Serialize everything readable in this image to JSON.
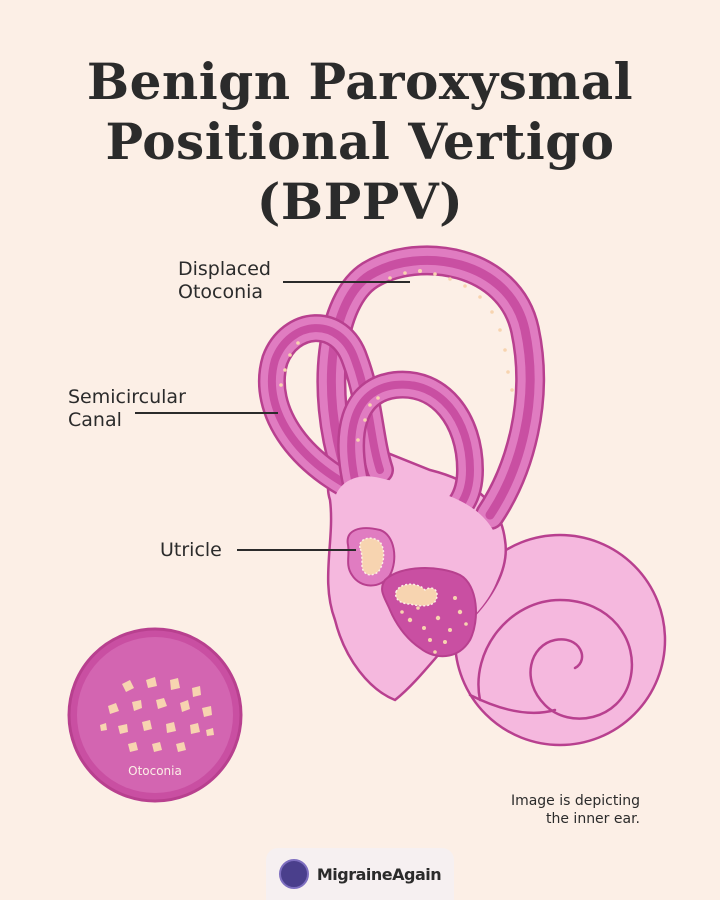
{
  "title": {
    "line1": "Benign Paroxysmal",
    "line2": "Positional Vertigo",
    "line3": "(BPPV)"
  },
  "labels": {
    "displaced_otoconia": [
      "Displaced",
      "Otoconia"
    ],
    "semicircular_canal": [
      "Semicircular",
      "Canal"
    ],
    "utricle": "Utricle"
  },
  "inset": {
    "label": "Otoconia"
  },
  "caption": [
    "Image is depicting",
    "the inner ear."
  ],
  "logo": {
    "text": "MigraineAgain"
  },
  "colors": {
    "background": "#fcefe6",
    "ear_light": "#f5b8de",
    "ear_mid": "#e07cc1",
    "ear_dark": "#c94fa2",
    "outline": "#b8408f",
    "crystal": "#f7d4b0",
    "text": "#2b2b2b"
  }
}
